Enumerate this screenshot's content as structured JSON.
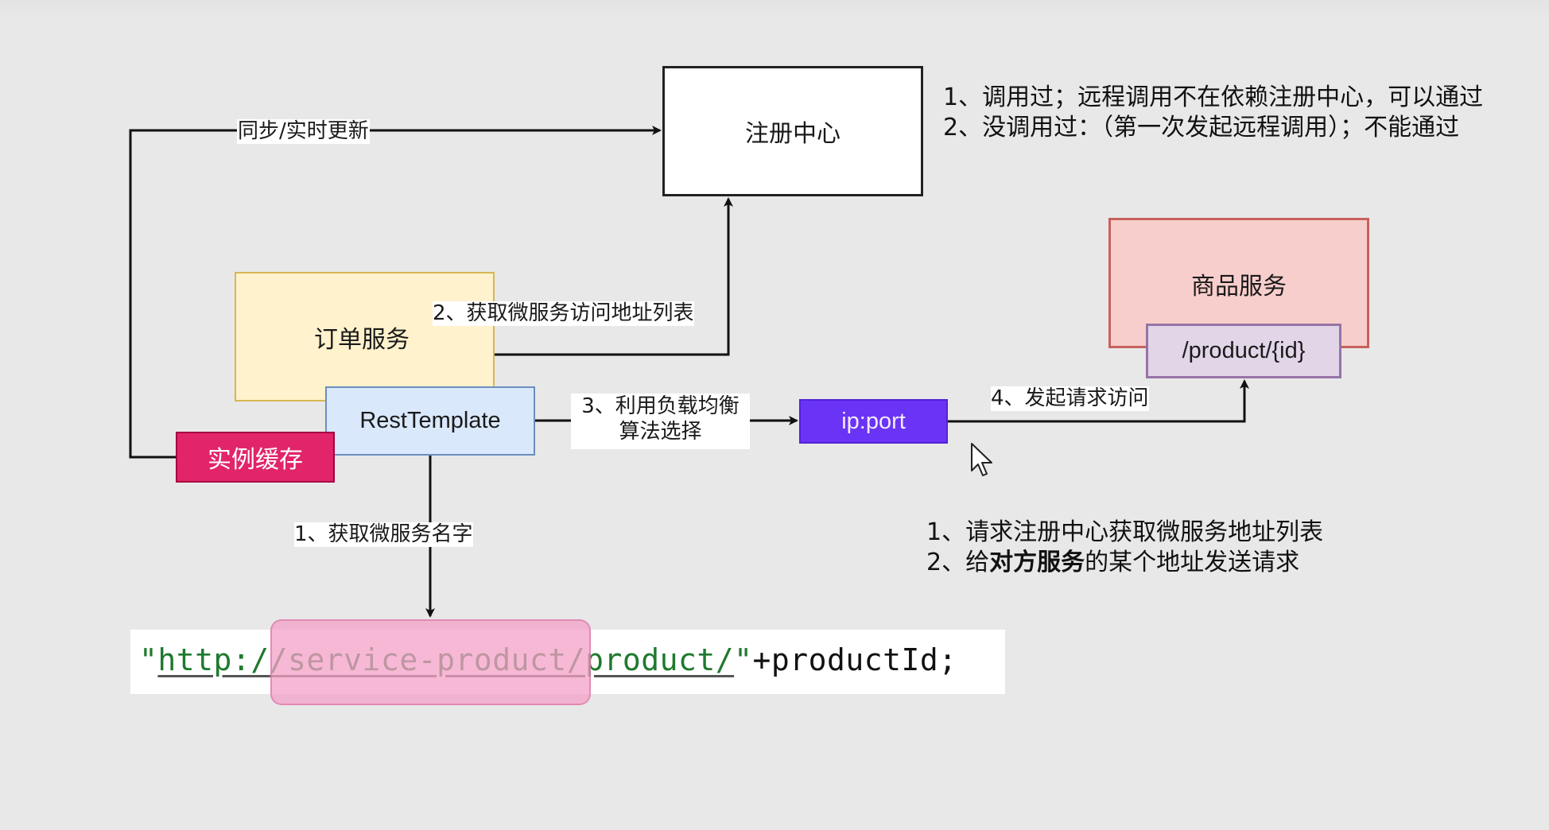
{
  "nodes": {
    "registry": "注册中心",
    "order_service": "订单服务",
    "rest_template": "RestTemplate",
    "instance_cache": "实例缓存",
    "ip_port": "ip:port",
    "product_service": "商品服务",
    "product_endpoint": "/product/{id}"
  },
  "edges": {
    "sync_update": "同步/实时更新",
    "get_address_list": "2、获取微服务访问地址列表",
    "load_balance_line1": "3、利用负载均衡",
    "load_balance_line2": "算法选择",
    "send_request": "4、发起请求访问",
    "get_service_name": "1、获取微服务名字"
  },
  "notes_top": [
    "1、调用过；远程调用不在依赖注册中心，可以通过",
    "2、没调用过：（第一次发起远程调用）；不能通过"
  ],
  "notes_bottom": {
    "line1": "1、请求注册中心获取微服务地址列表",
    "line2_prefix": "2、给",
    "line2_bold": "对方服务",
    "line2_suffix": "的某个地址发送请求"
  },
  "code": {
    "open_quote": "\"",
    "url_part1": "http:/",
    "url_highlight": "/service-product",
    "url_part2": "/product/",
    "close_quote": "\"",
    "rest": "+productId;"
  },
  "colors": {
    "background": "#e8e8e8",
    "order_fill": "#fff2cc",
    "rest_fill": "#dae8fc",
    "cache_fill": "#e2246a",
    "ipport_fill": "#6a33f5",
    "product_fill": "#f8cecc",
    "endpoint_fill": "#e1d5e7",
    "code_string": "#1e7a2e",
    "highlight": "#f4a0c8"
  }
}
